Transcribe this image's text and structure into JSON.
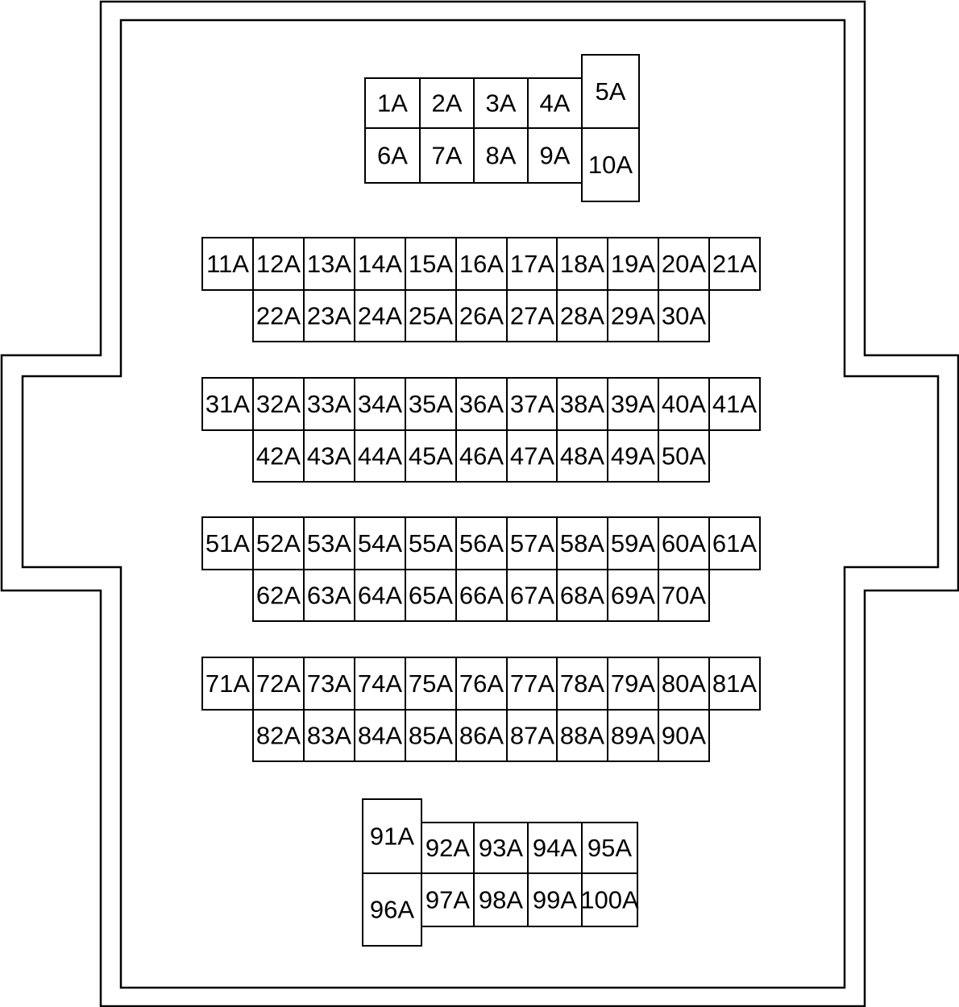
{
  "diagram": {
    "line_color": "#000000",
    "background": "#ffffff",
    "top_block": {
      "row1": [
        "1A",
        "2A",
        "3A",
        "4A"
      ],
      "tall_top": "5A",
      "row2": [
        "6A",
        "7A",
        "8A",
        "9A"
      ],
      "tall_bottom": "10A"
    },
    "middle_groups": [
      {
        "upper": [
          "11A",
          "12A",
          "13A",
          "14A",
          "15A",
          "16A",
          "17A",
          "18A",
          "19A",
          "20A",
          "21A"
        ],
        "lower": [
          "22A",
          "23A",
          "24A",
          "25A",
          "26A",
          "27A",
          "28A",
          "29A",
          "30A"
        ]
      },
      {
        "upper": [
          "31A",
          "32A",
          "33A",
          "34A",
          "35A",
          "36A",
          "37A",
          "38A",
          "39A",
          "40A",
          "41A"
        ],
        "lower": [
          "42A",
          "43A",
          "44A",
          "45A",
          "46A",
          "47A",
          "48A",
          "49A",
          "50A"
        ]
      },
      {
        "upper": [
          "51A",
          "52A",
          "53A",
          "54A",
          "55A",
          "56A",
          "57A",
          "58A",
          "59A",
          "60A",
          "61A"
        ],
        "lower": [
          "62A",
          "63A",
          "64A",
          "65A",
          "66A",
          "67A",
          "68A",
          "69A",
          "70A"
        ]
      },
      {
        "upper": [
          "71A",
          "72A",
          "73A",
          "74A",
          "75A",
          "76A",
          "77A",
          "78A",
          "79A",
          "80A",
          "81A"
        ],
        "lower": [
          "82A",
          "83A",
          "84A",
          "85A",
          "86A",
          "87A",
          "88A",
          "89A",
          "90A"
        ]
      }
    ],
    "bottom_block": {
      "tall_top": "91A",
      "row1": [
        "92A",
        "93A",
        "94A",
        "95A"
      ],
      "tall_bottom": "96A",
      "row2": [
        "97A",
        "98A",
        "99A",
        "100A"
      ]
    }
  }
}
